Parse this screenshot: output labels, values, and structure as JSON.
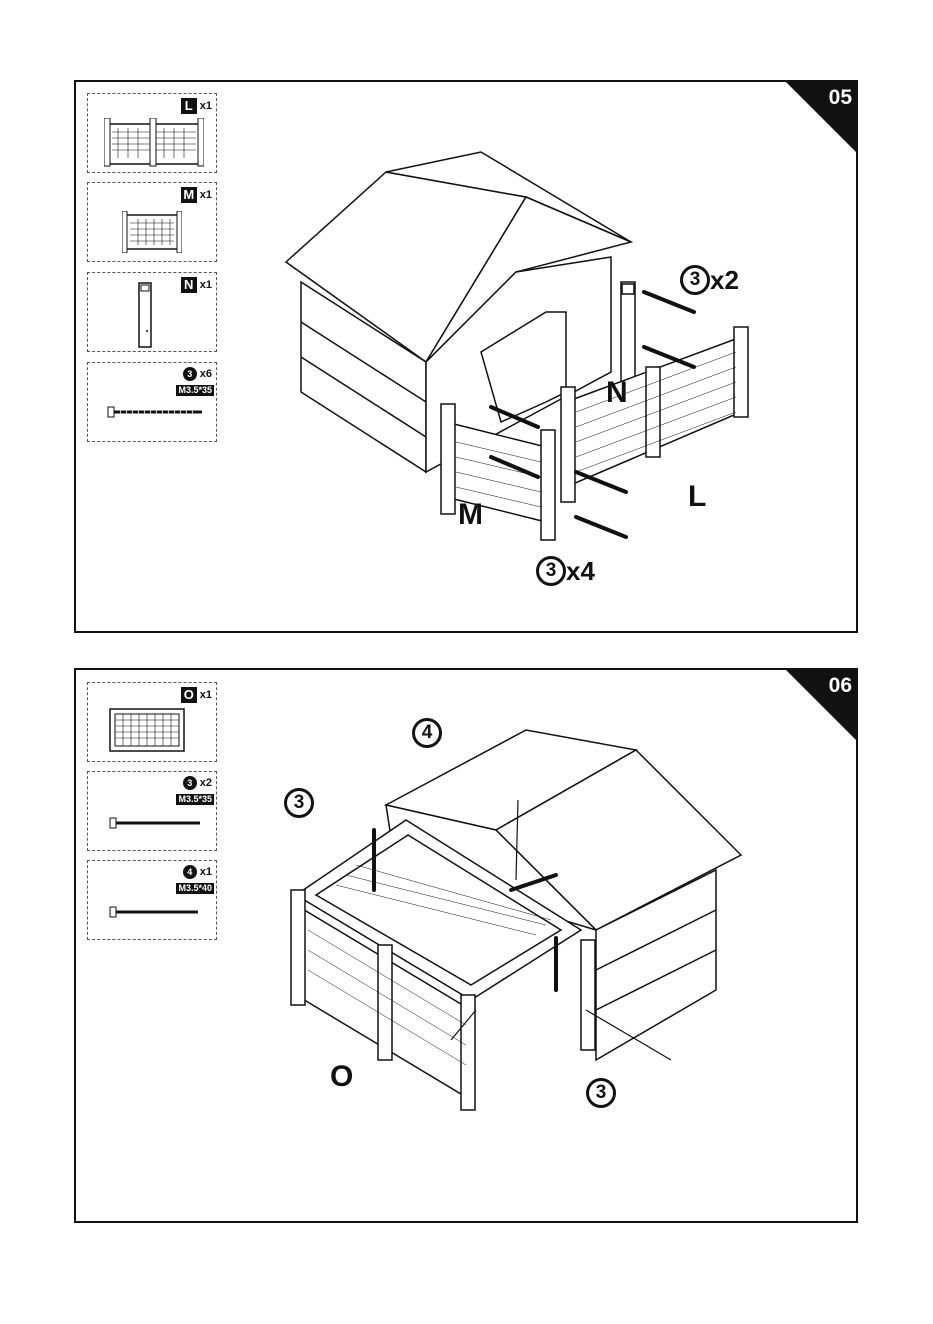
{
  "step5": {
    "number": "05",
    "parts": [
      {
        "letter": "L",
        "qty": "x1"
      },
      {
        "letter": "M",
        "qty": "x1"
      },
      {
        "letter": "N",
        "qty": "x1"
      },
      {
        "screw": "3",
        "qty": "x6",
        "spec": "M3.5*35"
      }
    ],
    "labels": {
      "N": "N",
      "M": "M",
      "L": "L"
    },
    "callouts": {
      "top": {
        "num": "3",
        "qty": "x2"
      },
      "bottom": {
        "num": "3",
        "qty": "x4"
      }
    }
  },
  "step6": {
    "number": "06",
    "parts": [
      {
        "letter": "O",
        "qty": "x1"
      },
      {
        "screw": "3",
        "qty": "x2",
        "spec": "M3.5*35"
      },
      {
        "screw": "4",
        "qty": "x1",
        "spec": "M3.5*40"
      }
    ],
    "labels": {
      "O": "O"
    },
    "callouts": {
      "screw3_left": "3",
      "screw4": "4",
      "screw3_right": "3"
    }
  },
  "icons": [
    "step-corner-icon",
    "screw-icon",
    "fence-panel-icon",
    "post-icon",
    "hutch-illustration"
  ],
  "colors": {
    "ink": "#111111",
    "paper": "#ffffff"
  }
}
